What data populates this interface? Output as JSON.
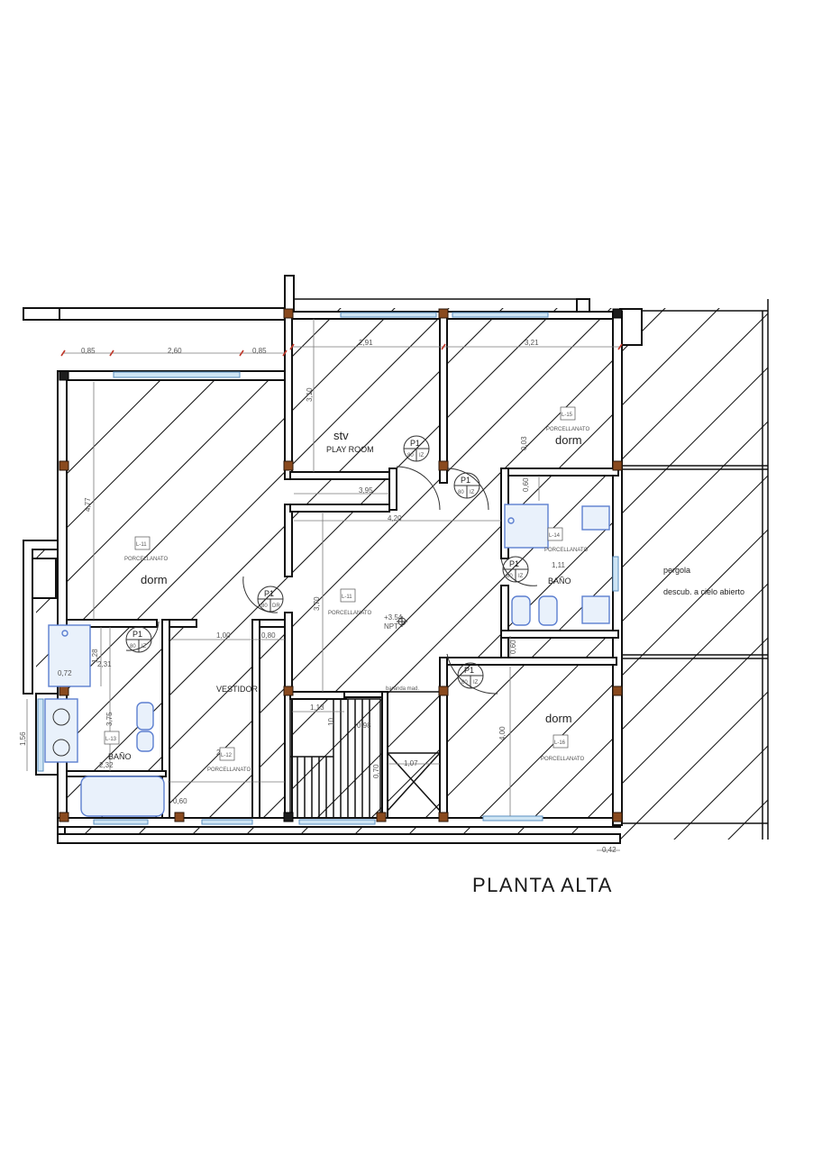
{
  "title": "PLANTA ALTA",
  "rooms": {
    "stv": "stv",
    "play_room": "PLAY ROOM",
    "dorm_left": "dorm",
    "dorm_right_top": "dorm",
    "dorm_right_bottom": "dorm",
    "vestidor": "VESTIDOR",
    "bano_left": "BAÑO",
    "bano_right": "BAÑO",
    "pergola": "pergola",
    "pergola_note": "descub. a cielo abierto",
    "baranda": "baranda mad."
  },
  "level": {
    "value": "+3.54",
    "label": "NPT"
  },
  "tags": {
    "l11": "L-11",
    "l12": "L-12",
    "l13": "L-13",
    "l14": "L-14",
    "l15": "L-15",
    "l16": "L-16",
    "porcellanato": "PORCELLANATO",
    "door_p1": "P1",
    "door_dr": "DR",
    "door_iz": "IZ",
    "door_80": "80"
  },
  "dimensions": {
    "d085a": "0,85",
    "d260": "2,60",
    "d085b": "0,85",
    "d291": "2,91",
    "d321": "3,21",
    "d310": "3,10",
    "d003": "0,03",
    "d477": "4,77",
    "d395": "3,95",
    "d420": "4,20",
    "d060a": "0,60",
    "d370": "3,70",
    "d111": "1,11",
    "d128": "1,28",
    "d100a": "1,00",
    "d080": "0,80",
    "d060b": "0,60",
    "d072": "0,72",
    "d231": "2,31",
    "d375": "3,75",
    "d156": "1,56",
    "d232": "2,32",
    "d113": "1,13",
    "d010": "10",
    "d098": "0,98",
    "d400": "4,00",
    "d070": "0,70",
    "d107": "1,07",
    "d230": "2,30",
    "d060c": "0,60",
    "d042": "0,42"
  }
}
